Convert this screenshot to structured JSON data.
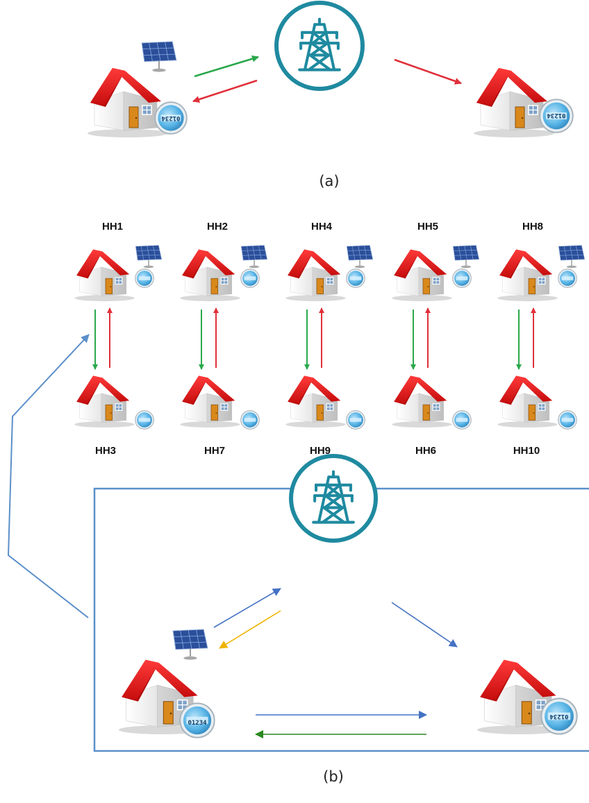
{
  "caption_a": "(a)",
  "caption_b": "(b)",
  "meter_reading": "01234",
  "households_top": [
    "HH1",
    "HH2",
    "HH4",
    "HH5",
    "HH8"
  ],
  "households_bottom": [
    "HH3",
    "HH7",
    "HH9",
    "HH6",
    "HH10"
  ],
  "colors": {
    "roof": "#e01919",
    "wall": "#f4f4f4",
    "door": "#d9881b",
    "pylon": "#1f8aa0",
    "arrow_green": "#2aa84a",
    "arrow_red": "#e0303a",
    "arrow_blue": "#4472c4",
    "arrow_yellow": "#f0b400",
    "arrow_dark_green": "#2a8a1f",
    "frame": "#5b8fc9",
    "meter": "#3da0d8"
  },
  "icons": [
    "house-icon",
    "solar-panel-icon",
    "smart-meter-icon",
    "transmission-tower-icon"
  ]
}
